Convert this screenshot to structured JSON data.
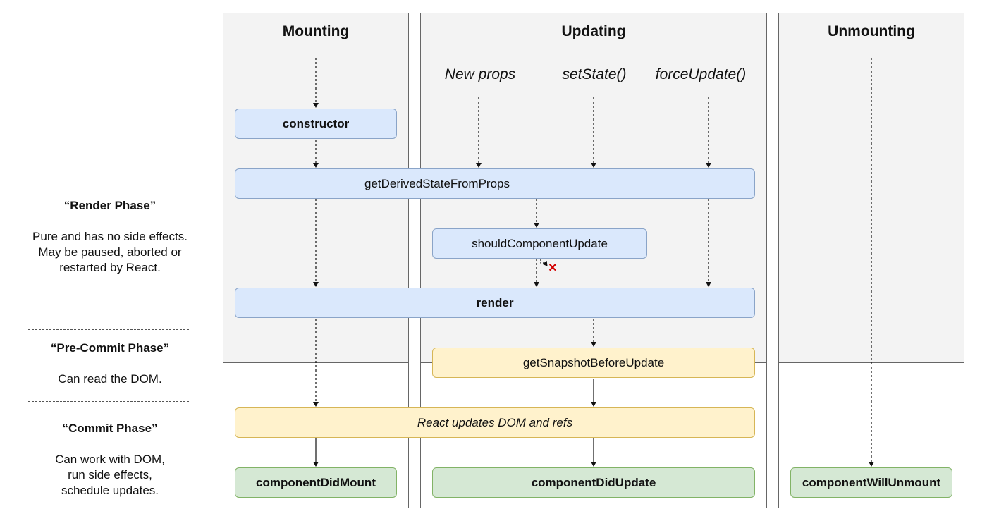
{
  "columns": {
    "mounting": "Mounting",
    "updating": "Updating",
    "unmounting": "Unmounting"
  },
  "triggers": {
    "new_props": "New props",
    "set_state": "setState()",
    "force_update": "forceUpdate()"
  },
  "methods": {
    "constructor": "constructor",
    "get_derived_state_from_props": "getDerivedStateFromProps",
    "should_component_update": "shouldComponentUpdate",
    "render": "render",
    "get_snapshot_before_update": "getSnapshotBeforeUpdate",
    "react_updates_dom": "React updates DOM and refs",
    "component_did_mount": "componentDidMount",
    "component_did_update": "componentDidUpdate",
    "component_will_unmount": "componentWillUnmount"
  },
  "phases": {
    "render": {
      "title": "“Render Phase”",
      "lines": [
        "Pure and has no side effects.",
        "May be paused, aborted or",
        "restarted by React."
      ]
    },
    "pre_commit": {
      "title": "“Pre-Commit Phase”",
      "lines": [
        "Can read the DOM."
      ]
    },
    "commit": {
      "title": "“Commit Phase”",
      "lines": [
        "Can work with DOM,",
        "run side effects,",
        "schedule updates."
      ]
    }
  },
  "cancel_icon": "×",
  "colors": {
    "render_phase_fill": "#dae8fc",
    "pre_commit_fill": "#fff2cc",
    "commit_fill": "#d5e8d4",
    "cancel_mark": "#d40000"
  }
}
